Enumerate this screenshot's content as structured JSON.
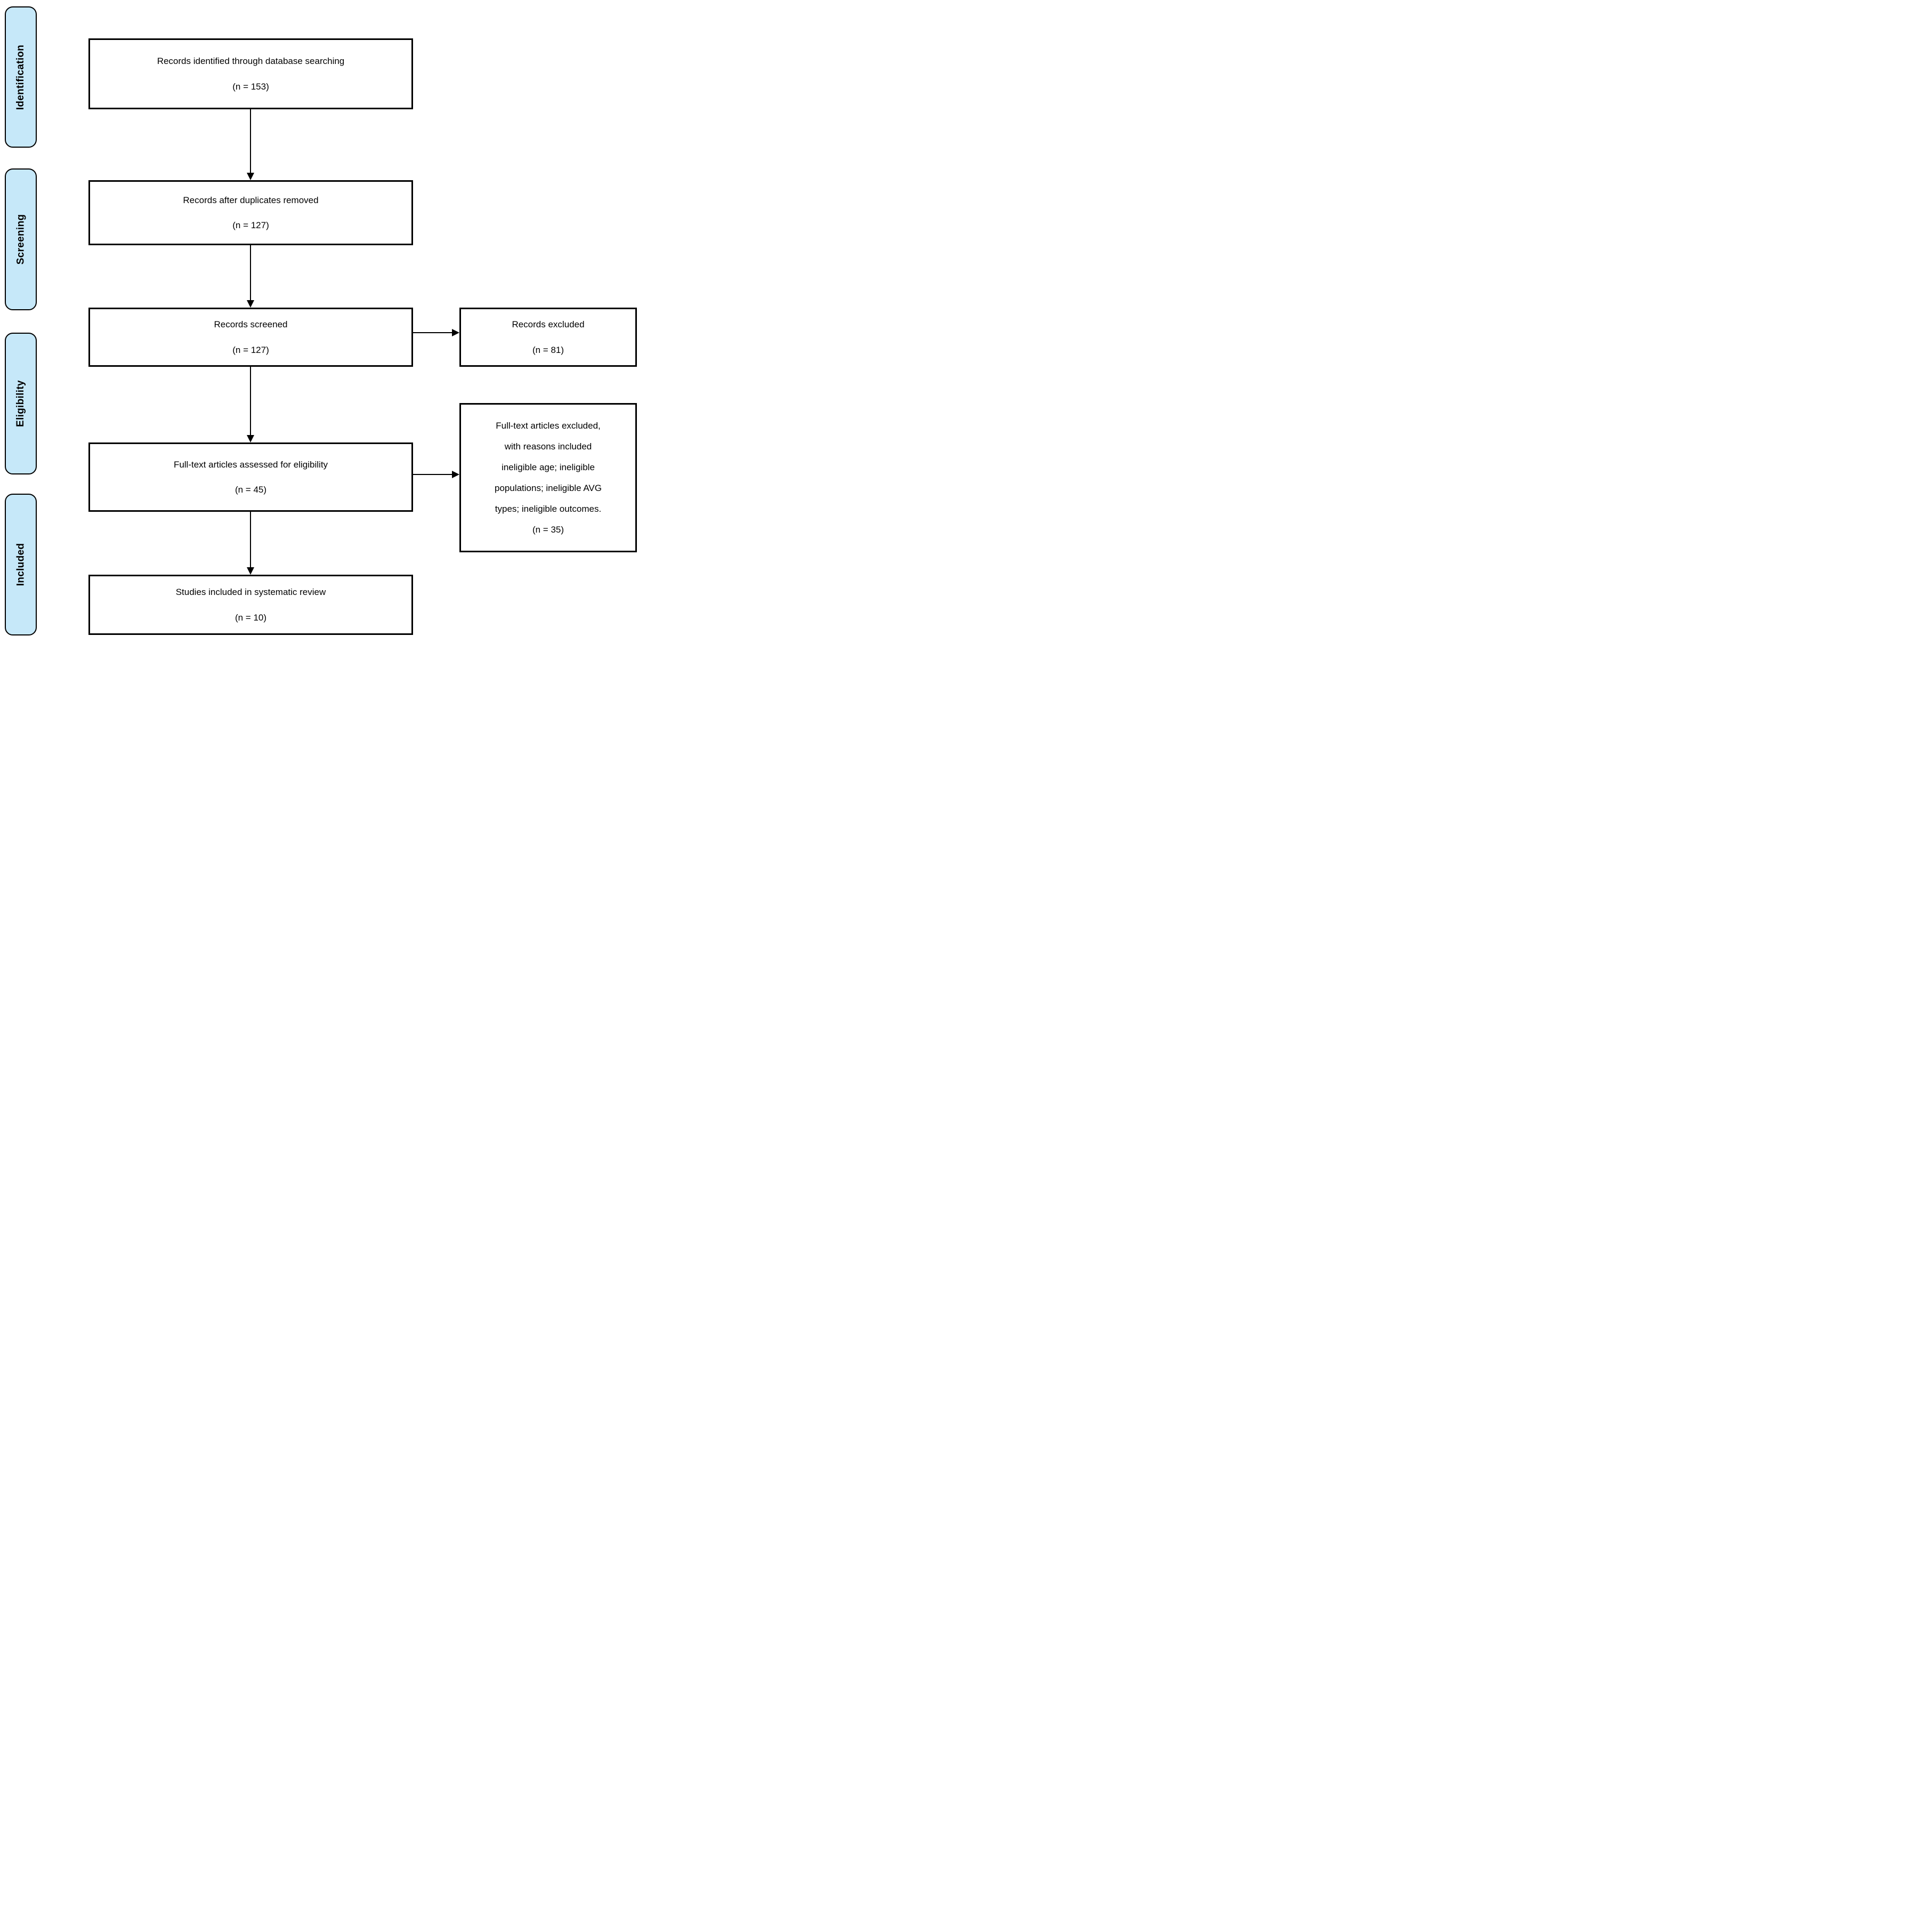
{
  "stages": [
    {
      "label": "Identification"
    },
    {
      "label": "Screening"
    },
    {
      "label": "Eligibility"
    },
    {
      "label": "Included"
    }
  ],
  "flow_boxes": [
    {
      "label": "Records identified through database searching",
      "count": "(n = 153)"
    },
    {
      "label": "Records after duplicates removed",
      "count": "(n = 127)"
    },
    {
      "label": "Records screened",
      "count": "(n = 127)"
    },
    {
      "label": "Full-text articles assessed for eligibility",
      "count": "(n = 45)"
    },
    {
      "label": "Studies included in systematic review",
      "count": "(n = 10)"
    }
  ],
  "side_boxes": [
    {
      "label": "Records excluded",
      "count": "(n = 81)"
    },
    {
      "label": "Full-text articles excluded,\nwith reasons included\nineligible age; ineligible\npopulations; ineligible AVG\ntypes; ineligible outcomes.",
      "count": "(n = 35)"
    }
  ],
  "colors": {
    "stage_fill": "#C6E8F9",
    "line": "#000000",
    "background": "#FFFFFF"
  }
}
